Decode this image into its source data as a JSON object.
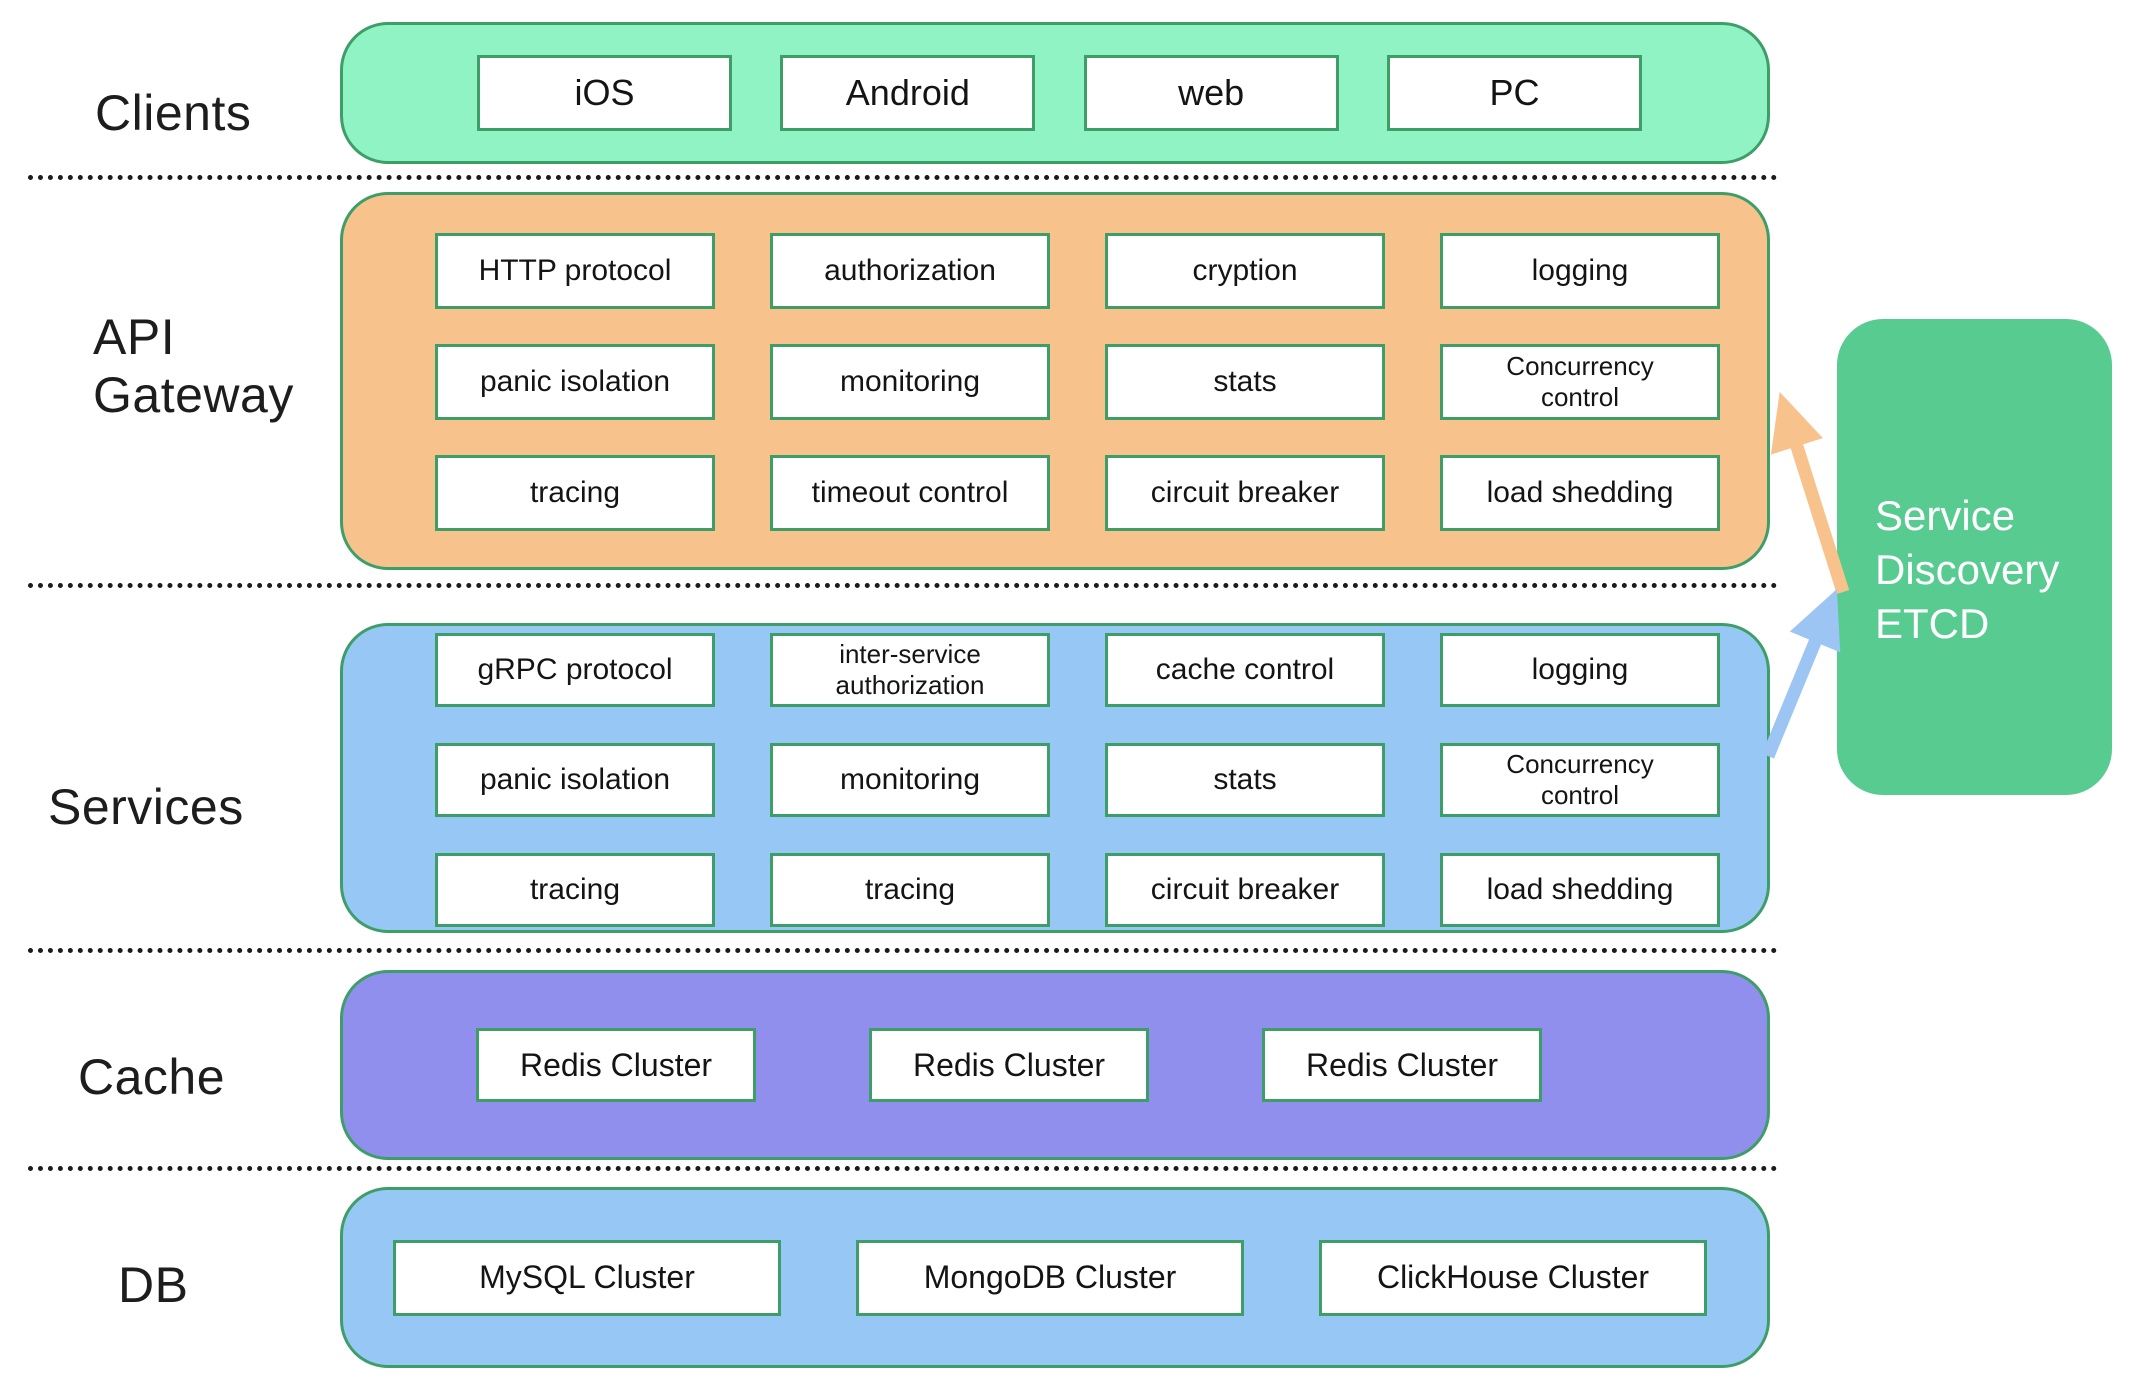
{
  "layers": {
    "clients": {
      "label": "Clients",
      "items": [
        "iOS",
        "Android",
        "web",
        "PC"
      ]
    },
    "api_gateway": {
      "label_lines": [
        "API",
        "Gateway"
      ],
      "rows": [
        [
          "HTTP protocol",
          "authorization",
          "cryption",
          "logging"
        ],
        [
          "panic isolation",
          "monitoring",
          "stats",
          "Concurrency\ncontrol"
        ],
        [
          "tracing",
          "timeout control",
          "circuit breaker",
          "load shedding"
        ]
      ]
    },
    "services": {
      "label": "Services",
      "rows": [
        [
          "gRPC protocol",
          "inter-service\nauthorization",
          "cache control",
          "logging"
        ],
        [
          "panic isolation",
          "monitoring",
          "stats",
          "Concurrency\ncontrol"
        ],
        [
          "tracing",
          "tracing",
          "circuit breaker",
          "load shedding"
        ]
      ]
    },
    "cache": {
      "label": "Cache",
      "items": [
        "Redis Cluster",
        "Redis Cluster",
        "Redis Cluster"
      ]
    },
    "db": {
      "label": "DB",
      "items": [
        "MySQL Cluster",
        "MongoDB Cluster",
        "ClickHouse Cluster"
      ]
    }
  },
  "service_discovery": {
    "text": "Service\nDiscovery\nETCD"
  },
  "colors": {
    "clients_fill": "#8ff3c4",
    "api_gateway_fill": "#f8c28c",
    "services_fill": "#97c7f5",
    "cache_fill": "#918fed",
    "db_fill": "#97c7f5",
    "service_discovery_fill": "#58cb91",
    "box_border_green": "#3e9e68",
    "arrow_orange": "#f8c28c",
    "arrow_blue": "#9cc5f4"
  }
}
